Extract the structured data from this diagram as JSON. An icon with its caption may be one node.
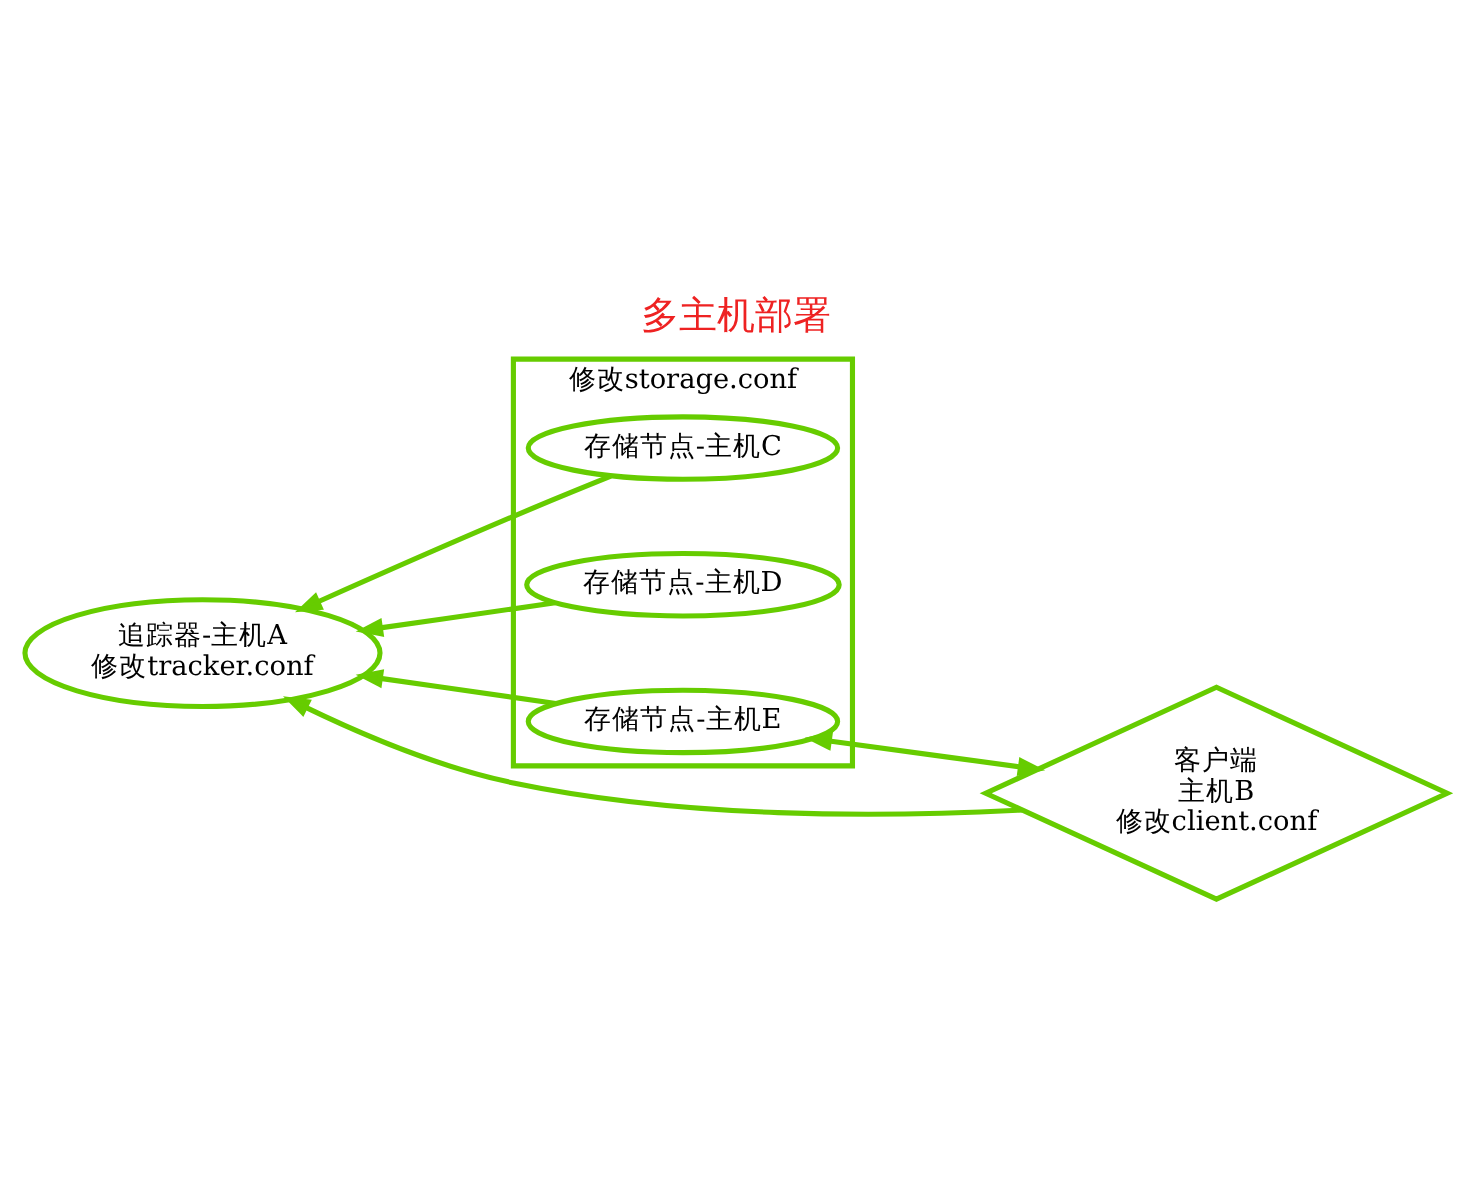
{
  "diagram": {
    "title": "多主机部署",
    "nodes": [
      {
        "text": [
          "修改storage.conf"
        ]
      },
      {
        "text": [
          "存储节点-主机C"
        ],
        "in": 0
      },
      {
        "text": [
          "追踪器-主机A",
          "修改tracker.conf"
        ]
      },
      {
        "text": [
          "存储节点-主机D"
        ],
        "in": 0
      },
      {
        "text": [
          "存储节点-主机E"
        ],
        "in": 0
      },
      {
        "text": [
          "客户端",
          "主机B",
          "修改client.conf"
        ]
      }
    ],
    "edges": [
      {
        "from": 1,
        "to": 2,
        "arrow": "to"
      },
      {
        "from": 3,
        "to": 2,
        "arrow": "to"
      },
      {
        "from": 4,
        "to": 2,
        "arrow": "to"
      },
      {
        "from": 5,
        "to": 2,
        "arrow": "to"
      },
      {
        "from": 5,
        "to": 4,
        "arrow": "both"
      }
    ]
  }
}
